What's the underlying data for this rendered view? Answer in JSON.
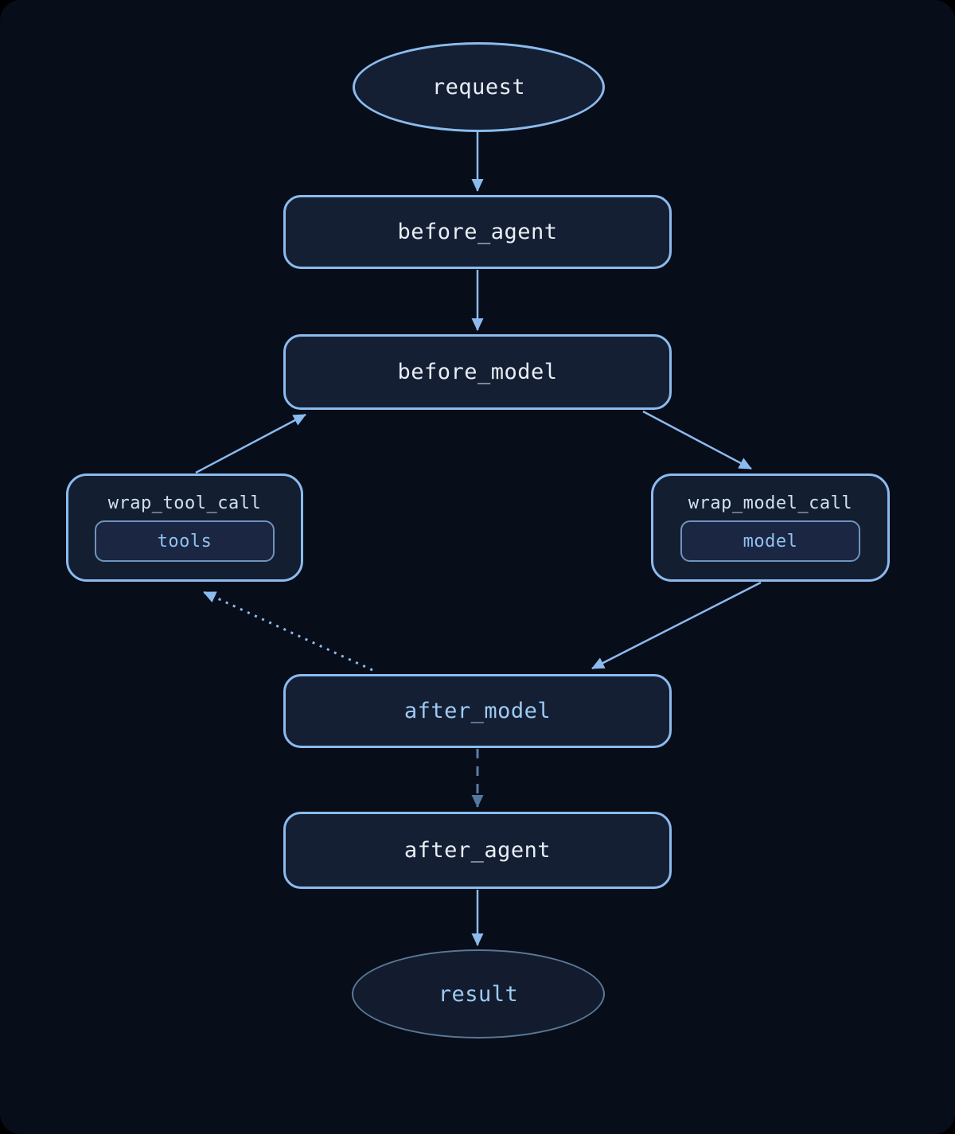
{
  "diagram": {
    "description": "Agent middleware flowchart",
    "nodes": {
      "request": {
        "label": "request",
        "shape": "ellipse"
      },
      "before_agent": {
        "label": "before_agent",
        "shape": "rect"
      },
      "before_model": {
        "label": "before_model",
        "shape": "rect"
      },
      "wrap_tool_call": {
        "title": "wrap_tool_call",
        "inner_label": "tools",
        "shape": "group"
      },
      "wrap_model_call": {
        "title": "wrap_model_call",
        "inner_label": "model",
        "shape": "group"
      },
      "after_model": {
        "label": "after_model",
        "shape": "rect"
      },
      "after_agent": {
        "label": "after_agent",
        "shape": "rect"
      },
      "result": {
        "label": "result",
        "shape": "ellipse"
      }
    },
    "edges": [
      {
        "from": "request",
        "to": "before_agent",
        "style": "solid"
      },
      {
        "from": "before_agent",
        "to": "before_model",
        "style": "solid"
      },
      {
        "from": "wrap_tool_call",
        "to": "before_model",
        "style": "solid"
      },
      {
        "from": "before_model",
        "to": "wrap_model_call",
        "style": "solid"
      },
      {
        "from": "wrap_model_call",
        "to": "after_model",
        "style": "solid"
      },
      {
        "from": "after_model",
        "to": "wrap_tool_call",
        "style": "dotted"
      },
      {
        "from": "after_model",
        "to": "after_agent",
        "style": "dashed"
      },
      {
        "from": "after_agent",
        "to": "result",
        "style": "solid"
      }
    ],
    "colors": {
      "background": "#070d19",
      "node_fill": "#151f33",
      "node_border": "#8bbbee",
      "inner_fill": "#1b2642",
      "inner_border": "#6f94bd",
      "result_border": "#5a7896",
      "text_primary": "#e8eef5",
      "text_accent": "#9ecbf3",
      "text_group_title": "#cfe0f3",
      "edge_solid": "#8bbbee",
      "edge_dashed": "#5b7ca6"
    }
  }
}
